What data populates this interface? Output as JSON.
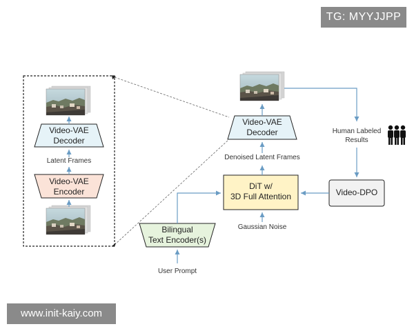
{
  "watermarks": {
    "top": "TG: MYYJJPP",
    "bottom": "www.init-kaiy.com"
  },
  "detail_panel": {
    "decoder": [
      "Video-VAE",
      "Decoder"
    ],
    "latent_frames": "Latent Frames",
    "encoder": [
      "Video-VAE",
      "Encoder"
    ]
  },
  "main": {
    "decoder": [
      "Video-VAE",
      "Decoder"
    ],
    "denoised": "Denoised Latent Frames",
    "dit": [
      "DiT w/",
      "3D Full Attention"
    ],
    "gaussian_noise": "Gaussian Noise",
    "text_encoder": [
      "Bilingual",
      "Text Encoder(s)"
    ],
    "user_prompt": "User Prompt",
    "human_labeled": [
      "Human Labeled",
      "Results"
    ],
    "video_dpo": "Video-DPO"
  },
  "colors": {
    "decoder_fill": "#e6f3f8",
    "encoder_fill": "#fbe3d8",
    "dit_fill": "#fff3c6",
    "text_encoder_fill": "#e6f3dd",
    "dpo_fill": "#f2f2f2",
    "arrow": "#6a9cc4"
  },
  "icons": {
    "people": "three-people-icon",
    "frames": "video-frames-thumbnail"
  }
}
